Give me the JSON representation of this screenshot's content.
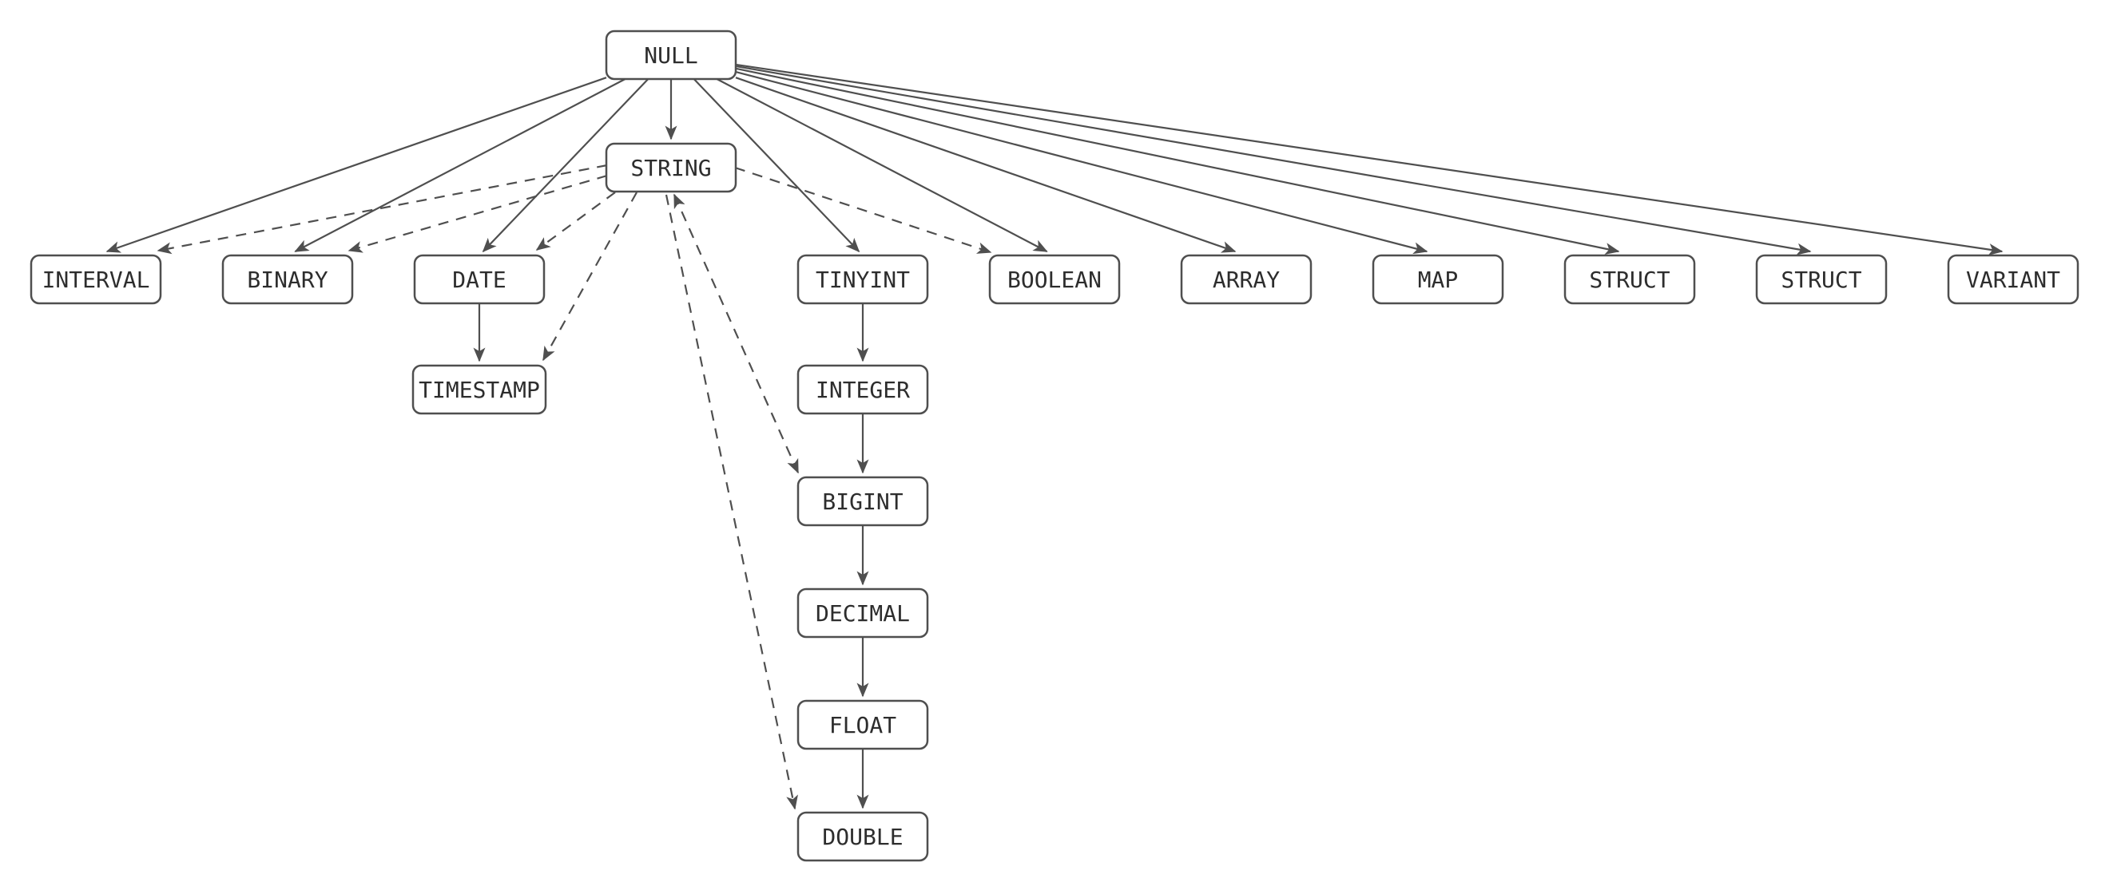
{
  "diagram": {
    "kind": "type-precedence-flowchart",
    "colors": {
      "background": "#ffffff",
      "node_fill": "#ffffff",
      "node_border": "#4f4f4f",
      "edge": "#4f4f4f",
      "text": "#2d2d2d"
    },
    "nodes": [
      {
        "id": "null",
        "label": "NULL"
      },
      {
        "id": "string",
        "label": "STRING"
      },
      {
        "id": "interval",
        "label": "INTERVAL"
      },
      {
        "id": "binary",
        "label": "BINARY"
      },
      {
        "id": "date",
        "label": "DATE"
      },
      {
        "id": "tinyint",
        "label": "TINYINT"
      },
      {
        "id": "boolean",
        "label": "BOOLEAN"
      },
      {
        "id": "array",
        "label": "ARRAY"
      },
      {
        "id": "map",
        "label": "MAP"
      },
      {
        "id": "struct1",
        "label": "STRUCT"
      },
      {
        "id": "struct2",
        "label": "STRUCT"
      },
      {
        "id": "variant",
        "label": "VARIANT"
      },
      {
        "id": "timestamp",
        "label": "TIMESTAMP"
      },
      {
        "id": "integer",
        "label": "INTEGER"
      },
      {
        "id": "bigint",
        "label": "BIGINT"
      },
      {
        "id": "decimal",
        "label": "DECIMAL"
      },
      {
        "id": "float",
        "label": "FLOAT"
      },
      {
        "id": "double",
        "label": "DOUBLE"
      }
    ],
    "edges": [
      {
        "from": "null",
        "to": "interval",
        "style": "solid",
        "arrow": "forward"
      },
      {
        "from": "null",
        "to": "binary",
        "style": "solid",
        "arrow": "forward"
      },
      {
        "from": "null",
        "to": "date",
        "style": "solid",
        "arrow": "forward"
      },
      {
        "from": "null",
        "to": "string",
        "style": "solid",
        "arrow": "forward"
      },
      {
        "from": "null",
        "to": "tinyint",
        "style": "solid",
        "arrow": "forward"
      },
      {
        "from": "null",
        "to": "boolean",
        "style": "solid",
        "arrow": "forward"
      },
      {
        "from": "null",
        "to": "array",
        "style": "solid",
        "arrow": "forward"
      },
      {
        "from": "null",
        "to": "map",
        "style": "solid",
        "arrow": "forward"
      },
      {
        "from": "null",
        "to": "struct1",
        "style": "solid",
        "arrow": "forward"
      },
      {
        "from": "null",
        "to": "struct2",
        "style": "solid",
        "arrow": "forward"
      },
      {
        "from": "null",
        "to": "variant",
        "style": "solid",
        "arrow": "forward"
      },
      {
        "from": "date",
        "to": "timestamp",
        "style": "solid",
        "arrow": "forward"
      },
      {
        "from": "tinyint",
        "to": "integer",
        "style": "solid",
        "arrow": "forward"
      },
      {
        "from": "integer",
        "to": "bigint",
        "style": "solid",
        "arrow": "forward"
      },
      {
        "from": "bigint",
        "to": "decimal",
        "style": "solid",
        "arrow": "forward"
      },
      {
        "from": "decimal",
        "to": "float",
        "style": "solid",
        "arrow": "forward"
      },
      {
        "from": "float",
        "to": "double",
        "style": "solid",
        "arrow": "forward"
      },
      {
        "from": "string",
        "to": "interval",
        "style": "dashed",
        "arrow": "forward"
      },
      {
        "from": "string",
        "to": "binary",
        "style": "dashed",
        "arrow": "forward"
      },
      {
        "from": "string",
        "to": "date",
        "style": "dashed",
        "arrow": "forward"
      },
      {
        "from": "string",
        "to": "timestamp",
        "style": "dashed",
        "arrow": "forward"
      },
      {
        "from": "string",
        "to": "boolean",
        "style": "dashed",
        "arrow": "forward"
      },
      {
        "from": "string",
        "to": "bigint",
        "style": "dashed",
        "arrow": "both"
      },
      {
        "from": "string",
        "to": "double",
        "style": "dashed",
        "arrow": "forward"
      }
    ]
  }
}
